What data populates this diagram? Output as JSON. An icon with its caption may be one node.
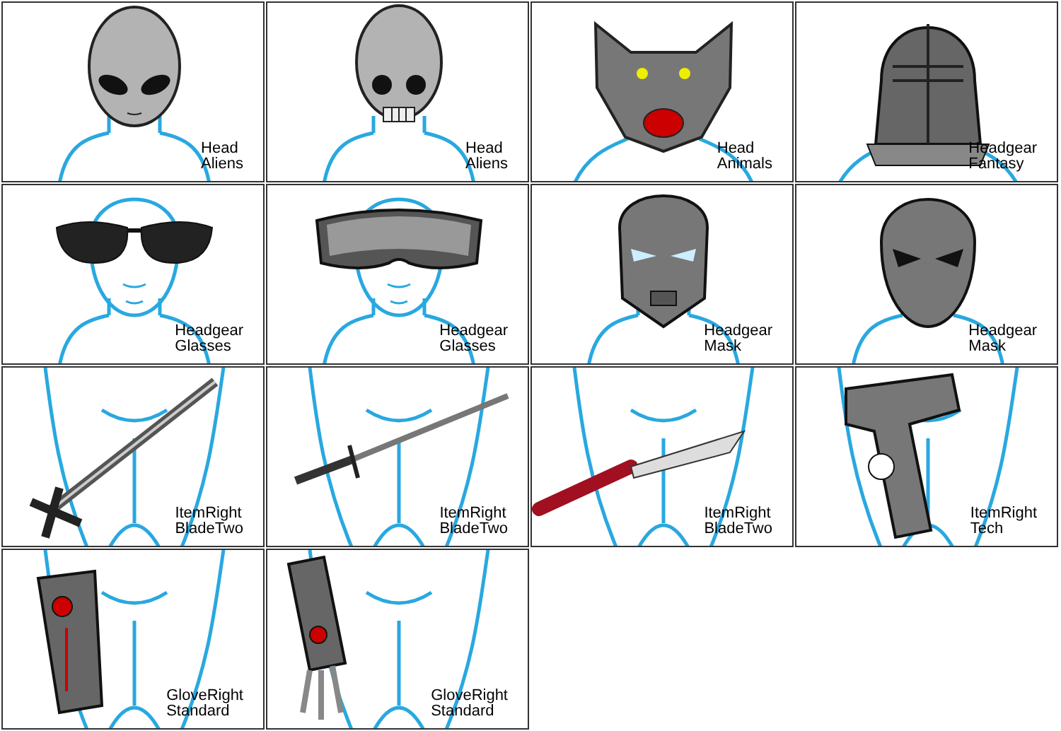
{
  "diagram": {
    "nodes": [
      {
        "text": [
          "Head",
          "Aliens"
        ]
      },
      {
        "text": [
          "Head",
          "Aliens"
        ]
      },
      {
        "text": [
          "Head",
          "Animals"
        ]
      },
      {
        "text": [
          "Headgear",
          "Fantasy"
        ]
      },
      {
        "text": [
          "Headgear",
          "Glasses"
        ]
      },
      {
        "text": [
          "Headgear",
          "Glasses"
        ]
      },
      {
        "text": [
          "Headgear",
          "Mask"
        ]
      },
      {
        "text": [
          "Headgear",
          "Mask"
        ]
      },
      {
        "text": [
          "ItemRight",
          "BladeTwo"
        ]
      },
      {
        "text": [
          "ItemRight",
          "BladeTwo"
        ]
      },
      {
        "text": [
          "ItemRight",
          "BladeTwo"
        ]
      },
      {
        "text": [
          "ItemRight",
          "Tech"
        ]
      },
      {
        "text": [
          "GloveRight",
          "Standard"
        ]
      },
      {
        "text": [
          "GloveRight",
          "Standard"
        ]
      }
    ],
    "edges": []
  }
}
